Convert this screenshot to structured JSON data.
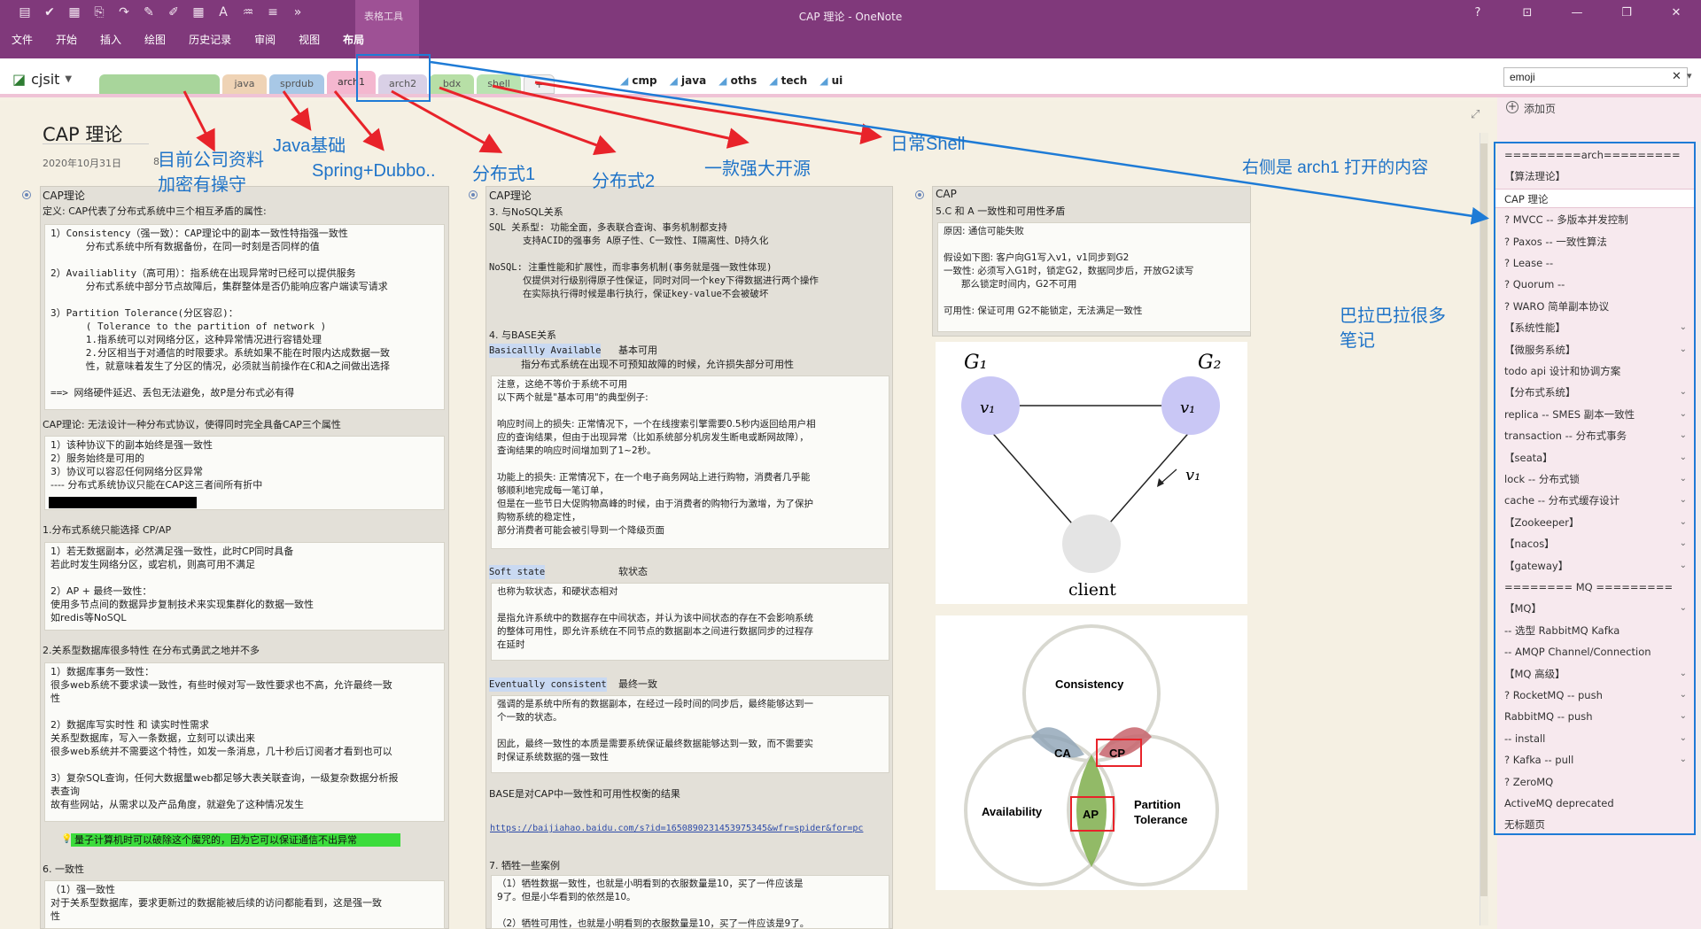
{
  "ribbon": {
    "quick_access": [
      "save-icon",
      "sync-icon",
      "table-icon",
      "paste-icon",
      "redo-icon",
      "highlight-icon",
      "pen-icon",
      "grid-icon",
      "text-icon",
      "format-icon",
      "list-icon",
      "more-icon"
    ],
    "context_label": "表格工具",
    "menu": [
      "文件",
      "开始",
      "插入",
      "绘图",
      "历史记录",
      "审阅",
      "视图",
      "布局"
    ],
    "active_menu": "布局",
    "window_title": "CAP 理论 - OneNote",
    "window_controls": [
      "?",
      "⊡",
      "—",
      "❐",
      "✕"
    ]
  },
  "notebook": {
    "name": "cjsit",
    "sections": [
      {
        "label": "",
        "color": "#a8d59b"
      },
      {
        "label": "java",
        "color": "#efd3b5"
      },
      {
        "label": "sprdub",
        "color": "#a8c8e6"
      },
      {
        "label": "arch1",
        "color": "#f4b7cf"
      },
      {
        "label": "arch2",
        "color": "#d9d0e6"
      },
      {
        "label": "bdx",
        "color": "#b7dfa6"
      },
      {
        "label": "shell",
        "color": "#b9e3b1"
      },
      {
        "label": "+",
        "color": "#f1f1f1"
      }
    ],
    "active_section": "arch1",
    "quick_links": [
      "cmp",
      "java",
      "oths",
      "tech",
      "ui"
    ]
  },
  "search": {
    "value": "emoji"
  },
  "page": {
    "title": "CAP 理论",
    "date": "2020年10月31日",
    "time": "8:"
  },
  "columns": {
    "left": {
      "head": "CAP理论",
      "def": "定义: CAP代表了分布式系统中三个相互矛盾的属性:",
      "box1": "1）Consistency（强一致）：CAP理论中的副本一致性特指强一致性\n      分布式系统中所有数据备份，在同一时刻是否同样的值\n\n2）Availiablity（高可用）：指系统在出现异常时已经可以提供服务\n      分布式系统中部分节点故障后，集群整体是否仍能响应客户端读写请求\n\n3）Partition Tolerance(分区容忍)：\n      ( Tolerance to the partition of network )\n      1.指系统可以对网络分区，这种异常情况进行容错处理\n      2.分区相当于对通信的时限要求。系统如果不能在时限内达成数据一致\n      性，就意味着发生了分区的情况，必须就当前操作在C和A之间做出选择\n\n==> 网络硬件延迟、丢包无法避免，故P是分布式必有得",
      "sec2": "CAP理论: 无法设计一种分布式协议，使得同时完全具备CAP三个属性",
      "box2": "1）该种协议下的副本始终是强一致性\n2）服务始终是可用的\n3）协议可以容忍任何网络分区异常\n---- 分布式系统协议只能在CAP这三者间所有折中",
      "sec3": "1.分布式系统只能选择 CP/AP",
      "box3": "1）若无数据副本，必然满足强一致性，此时CP同时具备\n若此时发生网络分区，或宕机，则高可用不满足\n\n2）AP + 最终一致性：\n使用多节点间的数据异步复制技术来实现集群化的数据一致性\n如redis等NoSQL",
      "sec4": "2.关系型数据库很多特性 在分布式勇武之地并不多",
      "box4": "1）数据库事务一致性：\n很多web系统不要求读一致性，有些时候对写一致性要求也不高，允许最终一致\n性\n\n2）数据库写实时性 和 读实时性需求\n关系型数据库，写入一条数据，立刻可以读出来\n很多web系统并不需要这个特性，如发一条消息，几十秒后订阅者才看到也可以\n\n3）复杂SQL查询，任何大数据量web都足够大表关联查询，一级复杂数据分析报\n表查询\n故有些网站，从需求以及产品角度，就避免了这种情况发生",
      "green": "量子计算机时可以破除这个魔咒的，因为它可以保证通信不出异常",
      "sec5": "6. 一致性",
      "box5": "（1）强一致性\n对于关系型数据库，要求更新过的数据能被后续的访问都能看到，这是强一致\n性"
    },
    "middle": {
      "head": "CAP理论",
      "s1": "3. 与NoSQL关系",
      "t1": "SQL 关系型: 功能全面，多表联合查询、事务机制都支持\n      支持ACID的强事务 A原子性、C一致性、I隔离性、D持久化\n\nNoSQL: 注重性能和扩展性，而非事务机制(事务就是强一致性体现)\n      仅提供对行级别得原子性保证，同时对同一个key下得数据进行两个操作\n      在实际执行得时候是串行执行，保证key-value不会被破坏",
      "s2": "4. 与BASE关系",
      "ba_term": "Basicallly Available",
      "ba_label": "基本可用",
      "ba_desc": "指分布式系统在出现不可预知故障的时候，允许损失部分可用性",
      "box_ba": "注意，这绝不等价于系统不可用\n以下两个就是\"基本可用\"的典型例子:\n\n响应时间上的损失: 正常情况下，一个在线搜索引擎需要0.5秒内返回给用户相\n应的查询结果，但由于出现异常（比如系统部分机房发生断电或断网故障），\n查询结果的响应时间增加到了1~2秒。\n\n功能上的损失: 正常情况下，在一个电子商务网站上进行购物，消费者几乎能\n够顺利地完成每一笔订单，\n但是在一些节日大促购物高峰的时候，由于消费者的购物行为激增，为了保护\n购物系统的稳定性，\n部分消费者可能会被引导到一个降级页面",
      "ss_term": "Soft state",
      "ss_label": "软状态",
      "box_ss": "也称为软状态，和硬状态相对\n\n是指允许系统中的数据存在中间状态，并认为该中间状态的存在不会影响系统\n的整体可用性，即允许系统在不同节点的数据副本之间进行数据同步的过程存\n在延时",
      "ec_term": "Eventually consistent",
      "ec_label": "最终一致",
      "box_ec": "强调的是系统中所有的数据副本，在经过一段时间的同步后，最终能够达到一\n个一致的状态。\n\n因此，最终一致性的本质是需要系统保证最终数据能够达到一致，而不需要实\n时保证系统数据的强一致性",
      "s3": "BASE是对CAP中一致性和可用性权衡的结果",
      "link": "https://baijiahao.baidu.com/s?id=1650890231453975345&wfr=spider&for=pc",
      "s4": "7. 牺牲一些案例",
      "box_case": "（1）牺牲数据一致性，也就是小明看到的衣服数量是10，买了一件应该是\n9了。但是小华看到的依然是10。\n\n（2）牺牲可用性，也就是小明看到的衣服数量是10，买了一件应该是9了。"
    },
    "right": {
      "head": "CAP",
      "s1": "5.C 和 A 一致性和可用性矛盾",
      "box1": "原因: 通信可能失败\n\n假设如下图: 客户向G1写入v1，v1同步到G2\n一致性: 必须写入G1时，锁定G2，数据同步后，开放G2读写\n      那么锁定时间内，G2不可用\n\n可用性: 保证可用 G2不能锁定，无法满足一致性",
      "fig1": {
        "g1": "G₁",
        "g2": "G₂",
        "v1": "v₁",
        "client": "client"
      },
      "venn": {
        "c": "Consistency",
        "a": "Availability",
        "p1": "Partition",
        "p2": "Tolerance",
        "ca": "CA",
        "cp": "CP",
        "ap": "AP"
      }
    }
  },
  "annotations": {
    "a1a": "目前公司资料",
    "a1b": "加密有操守",
    "a2": "Java基础",
    "a3": "Spring+Dubbo..",
    "a4": "分布式1",
    "a5": "分布式2",
    "a6": "一款强大开源",
    "a7": "日常Shell",
    "a8": "右侧是 arch1 打开的内容",
    "a9a": "巴拉巴拉很多",
    "a9b": "笔记"
  },
  "page_panel": {
    "add_page": "添加页",
    "items": [
      {
        "label": "=========arch=========",
        "chev": false,
        "sel": false
      },
      {
        "label": "【算法理论】",
        "chev": false,
        "sel": false
      },
      {
        "label": "  CAP 理论",
        "chev": false,
        "sel": true
      },
      {
        "label": "  ? MVCC -- 多版本并发控制",
        "chev": false,
        "sel": false
      },
      {
        "label": "  ? Paxos -- 一致性算法",
        "chev": false,
        "sel": false
      },
      {
        "label": "  ? Lease --",
        "chev": false,
        "sel": false
      },
      {
        "label": "  ? Quorum --",
        "chev": false,
        "sel": false
      },
      {
        "label": "  ?  WARO 简单副本协议",
        "chev": false,
        "sel": false
      },
      {
        "label": "【系统性能】",
        "chev": true,
        "sel": false
      },
      {
        "label": "【微服务系统】",
        "chev": true,
        "sel": false
      },
      {
        "label": "todo api 设计和协调方案",
        "chev": false,
        "sel": false
      },
      {
        "label": "【分布式系统】",
        "chev": true,
        "sel": false
      },
      {
        "label": "replica -- SMES 副本一致性",
        "chev": true,
        "sel": false
      },
      {
        "label": "transaction -- 分布式事务",
        "chev": true,
        "sel": false
      },
      {
        "label": "【seata】",
        "chev": true,
        "sel": false
      },
      {
        "label": "lock -- 分布式锁",
        "chev": true,
        "sel": false
      },
      {
        "label": "cache -- 分布式缓存设计",
        "chev": true,
        "sel": false
      },
      {
        "label": "【Zookeeper】",
        "chev": true,
        "sel": false
      },
      {
        "label": "【nacos】",
        "chev": true,
        "sel": false
      },
      {
        "label": "【gateway】",
        "chev": true,
        "sel": false
      },
      {
        "label": "======== MQ =========",
        "chev": false,
        "sel": false
      },
      {
        "label": "【MQ】",
        "chev": true,
        "sel": false
      },
      {
        "label": "-- 选型 RabbitMQ Kafka",
        "chev": false,
        "sel": false
      },
      {
        "label": "-- AMQP Channel/Connection",
        "chev": false,
        "sel": false
      },
      {
        "label": "【MQ 高级】",
        "chev": true,
        "sel": false
      },
      {
        "label": "? RocketMQ -- push",
        "chev": true,
        "sel": false
      },
      {
        "label": "RabbitMQ -- push",
        "chev": true,
        "sel": false
      },
      {
        "label": "-- install",
        "chev": true,
        "sel": false
      },
      {
        "label": "? Kafka -- pull",
        "chev": true,
        "sel": false
      },
      {
        "label": "? ZeroMQ",
        "chev": false,
        "sel": false
      },
      {
        "label": "ActiveMQ deprecated",
        "chev": false,
        "sel": false
      },
      {
        "label": "  无标题页",
        "chev": false,
        "sel": false
      }
    ]
  },
  "colors": {
    "brand": "#80397b",
    "annotation": "#1e73c8",
    "arrow": "#e8232a",
    "focus": "#1e7bd6"
  }
}
